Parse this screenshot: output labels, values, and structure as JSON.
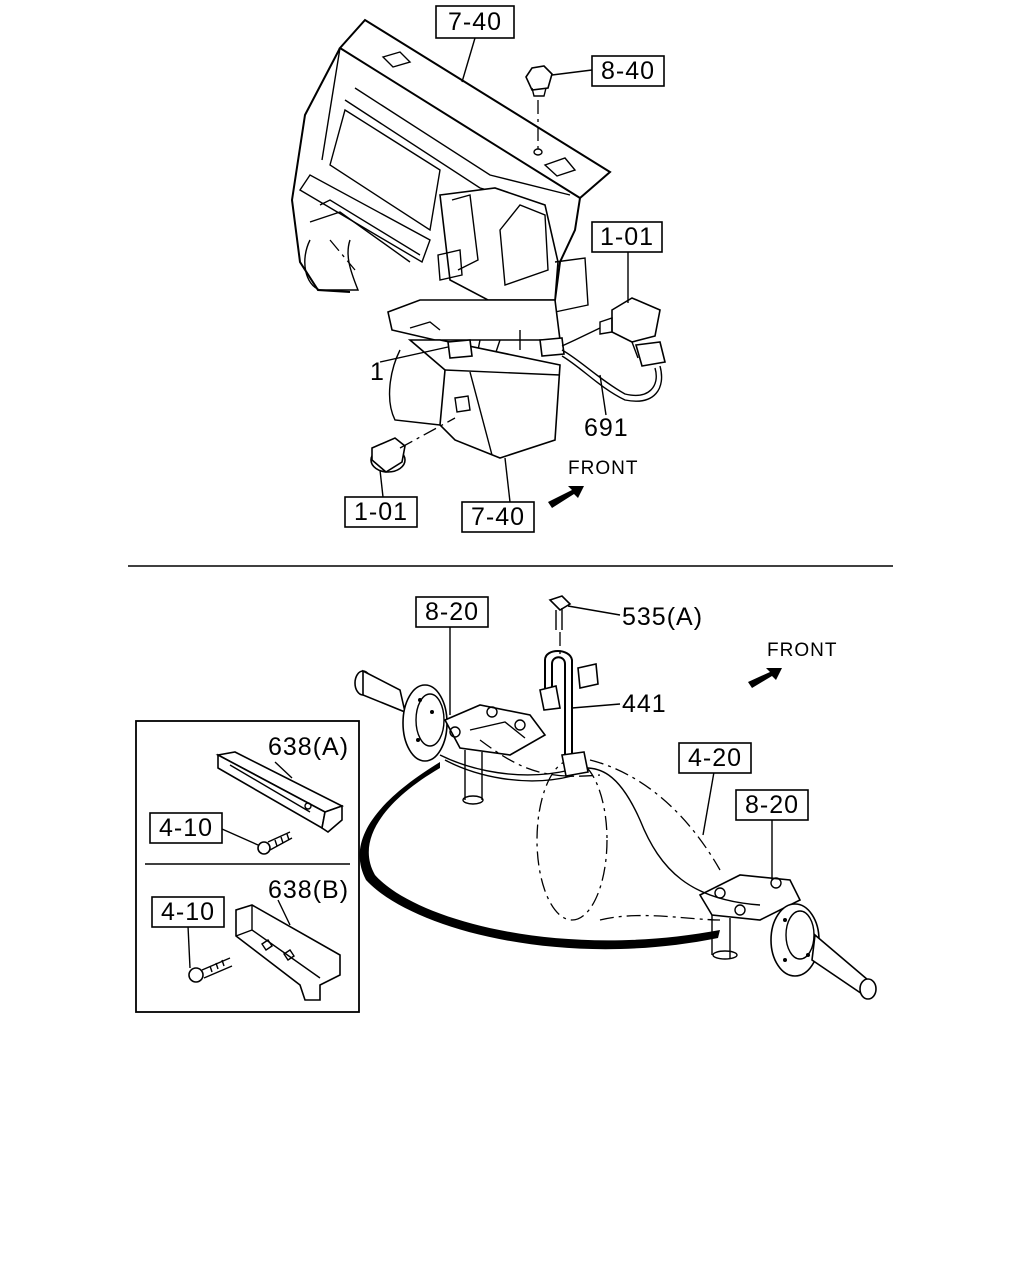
{
  "top_view": {
    "ref_7_40_top": "7-40",
    "ref_8_40": "8-40",
    "ref_1_01_right": "1-01",
    "ref_1_01_bottom": "1-01",
    "ref_7_40_bottom": "7-40",
    "part_1": "1",
    "part_691": "691",
    "front": "FRONT"
  },
  "bottom_view": {
    "ref_8_20_left": "8-20",
    "part_535a": "535(A)",
    "front": "FRONT",
    "part_441": "441",
    "ref_4_20": "4-20",
    "ref_8_20_right": "8-20",
    "inset": {
      "part_638a": "638(A)",
      "ref_4_10_upper": "4-10",
      "part_638b": "638(B)",
      "ref_4_10_lower": "4-10"
    }
  }
}
